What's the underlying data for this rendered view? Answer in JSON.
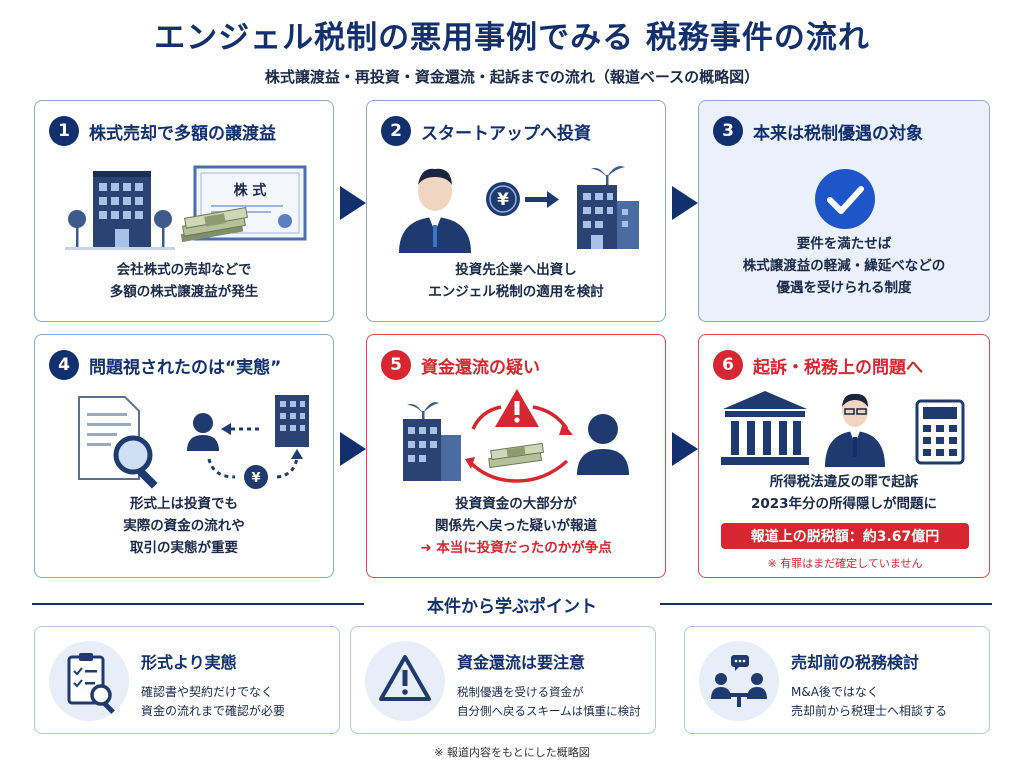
{
  "title": "エンジェル税制の悪用事例でみる 税務事件の流れ",
  "subtitle": "株式譲渡益・再投資・資金還流・起訴までの流れ（報道ベースの概略図）",
  "colors": {
    "navy": "#13306e",
    "red": "#d7262f",
    "tint": "#eaf1fb"
  },
  "steps": [
    {
      "number": "1",
      "heading": "株式売却で多額の譲渡益",
      "art_label": "株 式",
      "icons": [
        "office-building-icon",
        "stock-certificate-icon",
        "cash-stack-icon",
        "tree-icon"
      ],
      "lines": [
        "会社株式の売却などで",
        "多額の株式譲渡益が発生"
      ]
    },
    {
      "number": "2",
      "heading": "スタートアップへ投資",
      "art_label": "¥",
      "icons": [
        "investor-person-icon",
        "yen-coin-icon",
        "arrow-right-icon",
        "startup-building-icon"
      ],
      "lines": [
        "投資先企業へ出資し",
        "エンジェル税制の適用を検討"
      ]
    },
    {
      "number": "3",
      "heading": "本来は税制優遇の対象",
      "icons": [
        "checkmark-icon"
      ],
      "lines": [
        "要件を満たせば",
        "株式譲渡益の軽減・繰延べなどの",
        "優遇を受けられる制度"
      ]
    },
    {
      "number": "4",
      "heading": "問題視されたのは“実態”",
      "art_label": "¥",
      "icons": [
        "document-magnifier-icon",
        "person-icon",
        "building-icon",
        "yen-coin-icon"
      ],
      "lines": [
        "形式上は投資でも",
        "実際の資金の流れや",
        "取引の実態が重要"
      ]
    },
    {
      "number": "5",
      "heading": "資金還流の疑い",
      "icons": [
        "startup-building-icon",
        "warning-icon",
        "cash-stack-icon",
        "person-icon"
      ],
      "lines": [
        "投資資金の大部分が",
        "関係先へ戻った疑いが報道"
      ],
      "highlight": "本当に投資だったのかが争点"
    },
    {
      "number": "6",
      "heading": "起訴・税務上の問題へ",
      "icons": [
        "courthouse-icon",
        "official-person-icon",
        "calculator-icon"
      ],
      "lines": [
        "所得税法違反の罪で起訴",
        "2023年分の所得隠しが問題に"
      ],
      "badge": "報道上の脱税額：約3.67億円",
      "note": "※ 有罪はまだ確定していません"
    }
  ],
  "lessons_heading": "本件から学ぶポイント",
  "lessons": [
    {
      "icon": "checklist-magnifier-icon",
      "title": "形式より実態",
      "lines": [
        "確認書や契約だけでなく",
        "資金の流れまで確認が必要"
      ]
    },
    {
      "icon": "warning-icon",
      "title": "資金還流は要注意",
      "lines": [
        "税制優遇を受ける資金が",
        "自分側へ戻るスキームは慎重に検討"
      ]
    },
    {
      "icon": "consultation-icon",
      "title": "売却前の税務検討",
      "lines": [
        "M&A後ではなく",
        "売却前から税理士へ相談する"
      ]
    }
  ],
  "footnote": "※ 報道内容をもとにした概略図"
}
